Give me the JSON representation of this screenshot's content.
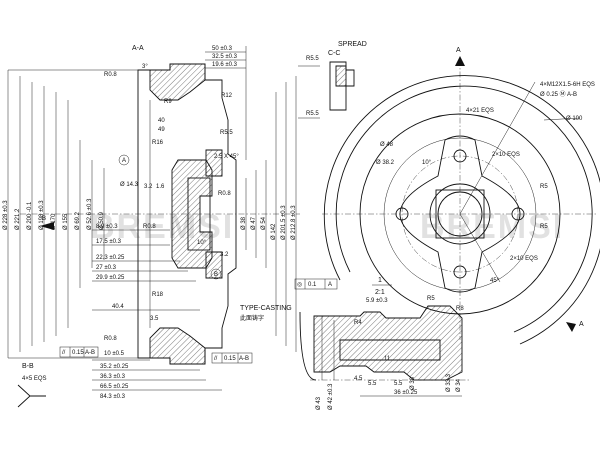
{
  "watermark": "BREMSI",
  "section_labels": {
    "aa": "A-A",
    "bb": "B-B",
    "cc": "C-C",
    "spread": "SPREAD",
    "a_top": "A",
    "a_bottom": "A",
    "detail_one": "1",
    "detail_scale": "2:1",
    "circle_a": "A",
    "circle_b": "B",
    "b_marker": "B",
    "type_casting": "TYPE-CASTING",
    "type_casting_cn": "此面铸字"
  },
  "top_dims": [
    "50 ±0.3",
    "32.5 ±0.3",
    "19.6 ±0.3"
  ],
  "left_vertical_dims": [
    "Ø 228 ±0.3",
    "Ø 221.2",
    "Ø 200 -0.1",
    "Ø 198 ±0.3",
    "Ø 170",
    "Ø 155",
    "Ø 69.2",
    "Ø 52.6 ±0.3",
    "Ø 50.9"
  ],
  "right_vertical_dims": [
    "Ø 38",
    "Ø 47",
    "Ø 54",
    "Ø 142",
    "Ø 201.5 ±0.3",
    "Ø 212.8 ±0.3"
  ],
  "section_small_dims": [
    "R0.8",
    "R9",
    "40",
    "49",
    "R12",
    "R5.5",
    "R16",
    "2.5 X 45°",
    "3.2",
    "1.6",
    "R0.8",
    "R0.8",
    "10°",
    "3.2",
    "R18",
    "3.5",
    "R0.8",
    "3°",
    "Ø 14.3"
  ],
  "bottom_dims": [
    "8.9 ±0.3",
    "17.5 ±0.3",
    "22.3 ±0.25",
    "27 ±0.3",
    "29.9 ±0.25",
    "40.4",
    "10 ±0.5",
    "35.2 ±0.25",
    "36.3 ±0.3",
    "66.5 ±0.25",
    "84.3 ±0.3"
  ],
  "tolerance_frames": [
    {
      "symbol": "//",
      "value": "0.15",
      "datum": "A-B"
    },
    {
      "symbol": "//",
      "value": "0.15",
      "datum": "A-B"
    },
    {
      "symbol": "◎",
      "value": "0.1",
      "datum": "A"
    }
  ],
  "bb_note": "4×5 EQS",
  "cc_dims": [
    "R5.5",
    "R5.5"
  ],
  "front_view_dims": [
    "4×M12X1.5-6H EQS",
    "Ø 0.25 Ⓜ A-B",
    "4×21 EQS",
    "Ø 100",
    "Ø 48",
    "Ø 38.2",
    "10°",
    "2×10 EQS",
    "2×10 EQS",
    "R5",
    "R5",
    "45°"
  ],
  "detail_dims": [
    "R4",
    "5.9 ±0.3",
    "R5",
    "R8",
    "11",
    "4.5",
    "5.5",
    "5.5",
    "36 ±0.25",
    "Ø 43",
    "Ø 42 ±0.3",
    "Ø 38",
    "Ø 33.3",
    "Ø 34"
  ]
}
